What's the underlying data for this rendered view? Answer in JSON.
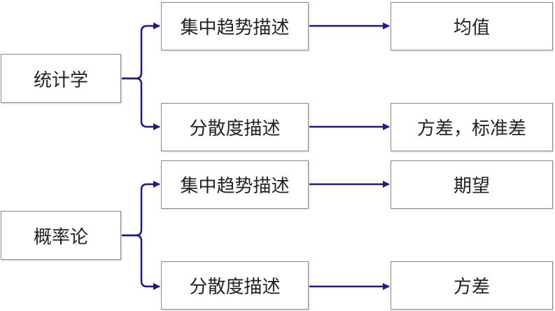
{
  "diagram": {
    "groups": [
      {
        "root": "统计学",
        "branches": [
          {
            "label": "集中趋势描述",
            "result": "均值"
          },
          {
            "label": "分散度描述",
            "result": "方差，标准差"
          }
        ]
      },
      {
        "root": "概率论",
        "branches": [
          {
            "label": "集中趋势描述",
            "result": "期望"
          },
          {
            "label": "分散度描述",
            "result": "方差"
          }
        ]
      }
    ],
    "connector_color": "#1a1a8c"
  }
}
